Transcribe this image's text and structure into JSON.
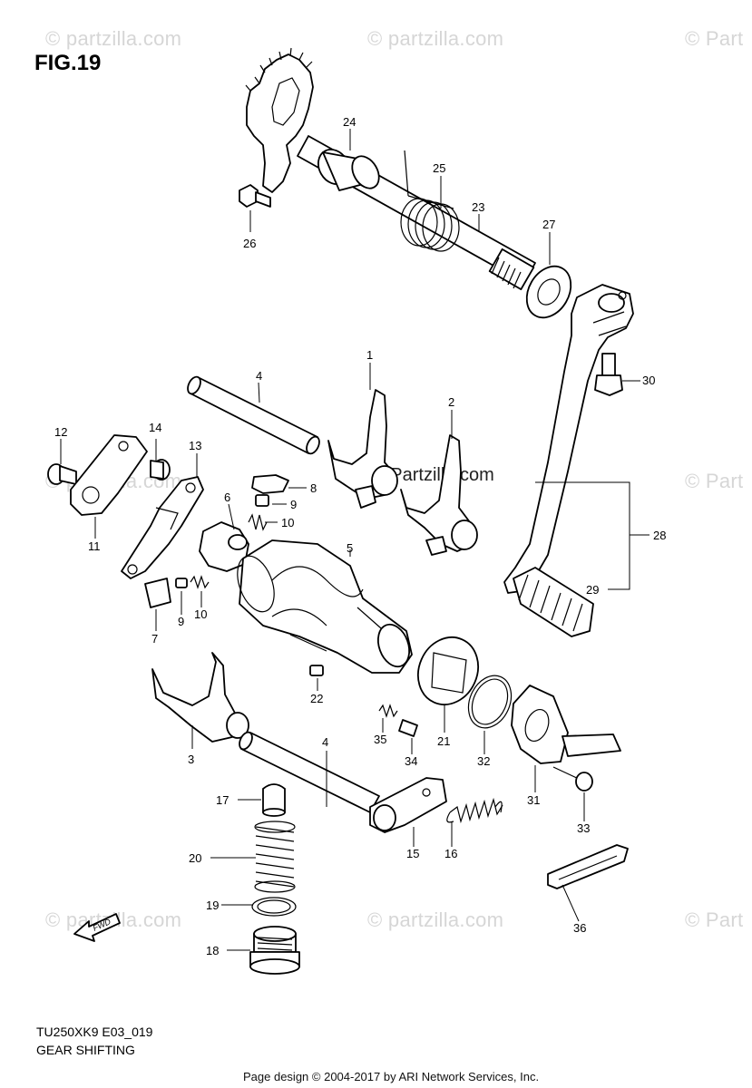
{
  "figure": {
    "title": "FIG.19",
    "model_code": "TU250XK9 E03_019",
    "section_name": "GEAR SHIFTING"
  },
  "watermarks": {
    "text": "© partzilla.com",
    "clipped_text": "© Part",
    "center_text": "© Partzilla.com"
  },
  "footer": {
    "copyright": "Page design © 2004-2017 by ARI Network Services, Inc."
  },
  "badge": {
    "fwd_label": "FWD"
  },
  "callouts": [
    {
      "num": "1"
    },
    {
      "num": "2"
    },
    {
      "num": "3"
    },
    {
      "num": "4"
    },
    {
      "num": "4"
    },
    {
      "num": "5"
    },
    {
      "num": "6"
    },
    {
      "num": "7"
    },
    {
      "num": "8"
    },
    {
      "num": "9"
    },
    {
      "num": "9"
    },
    {
      "num": "10"
    },
    {
      "num": "10"
    },
    {
      "num": "11"
    },
    {
      "num": "12"
    },
    {
      "num": "13"
    },
    {
      "num": "14"
    },
    {
      "num": "15"
    },
    {
      "num": "16"
    },
    {
      "num": "17"
    },
    {
      "num": "18"
    },
    {
      "num": "19"
    },
    {
      "num": "20"
    },
    {
      "num": "21"
    },
    {
      "num": "22"
    },
    {
      "num": "23"
    },
    {
      "num": "24"
    },
    {
      "num": "25"
    },
    {
      "num": "26"
    },
    {
      "num": "27"
    },
    {
      "num": "28"
    },
    {
      "num": "29"
    },
    {
      "num": "30"
    },
    {
      "num": "31"
    },
    {
      "num": "32"
    },
    {
      "num": "33"
    },
    {
      "num": "34"
    },
    {
      "num": "35"
    },
    {
      "num": "36"
    }
  ]
}
